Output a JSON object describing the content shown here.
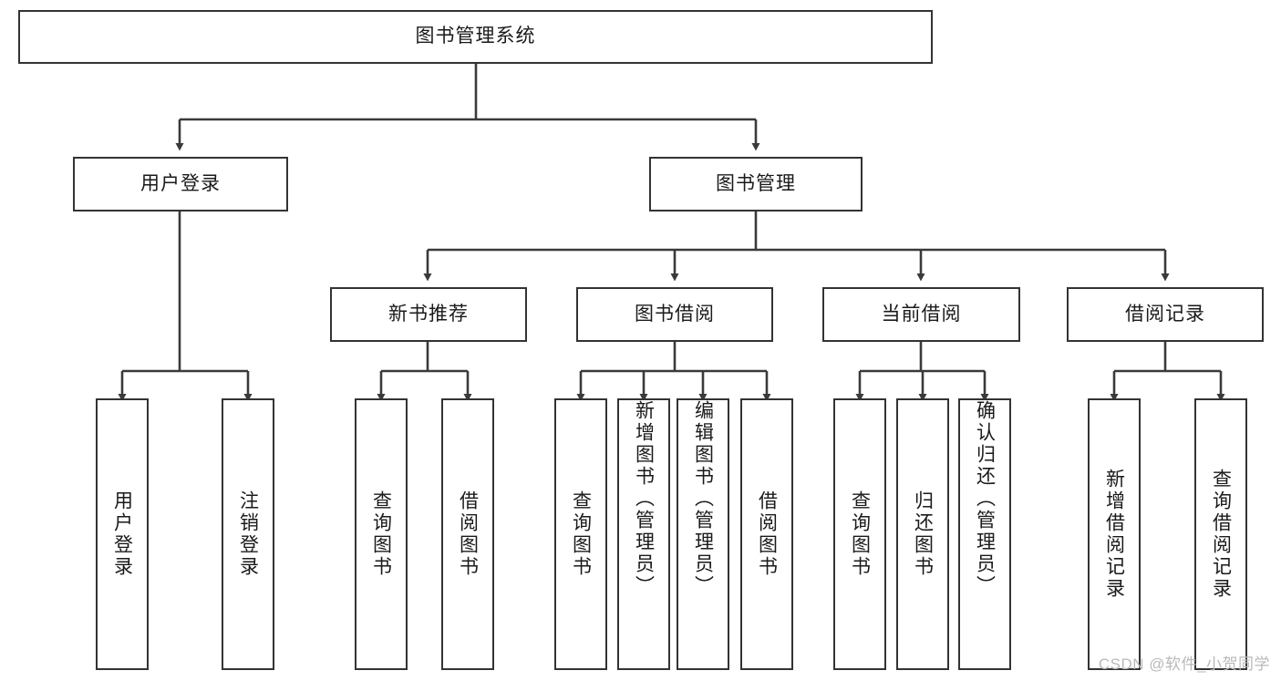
{
  "diagram": {
    "title": "图书管理系统",
    "type": "hierarchy-tree",
    "watermark": "CSDN @软件_小贺同学",
    "colors": {
      "box_border": "#333333",
      "box_fill": "#ffffff",
      "connector": "#3a3a3a",
      "text": "#1a1a1a",
      "watermark": "#b9b9b9",
      "background": "#ffffff"
    },
    "root": {
      "label": "图书管理系统"
    },
    "level2": [
      {
        "label": "用户登录"
      },
      {
        "label": "图书管理"
      }
    ],
    "level3": [
      {
        "label": "新书推荐"
      },
      {
        "label": "图书借阅"
      },
      {
        "label": "当前借阅"
      },
      {
        "label": "借阅记录"
      }
    ],
    "leaves": {
      "user_login": [
        {
          "label": "用户登录"
        },
        {
          "label": "注销登录"
        }
      ],
      "new_book_recommend": [
        {
          "label": "查询图书"
        },
        {
          "label": "借阅图书"
        }
      ],
      "book_borrow": [
        {
          "label": "查询图书"
        },
        {
          "label": "新增图书（管理员）"
        },
        {
          "label": "编辑图书（管理员）"
        },
        {
          "label": "借阅图书"
        }
      ],
      "current_borrow": [
        {
          "label": "查询图书"
        },
        {
          "label": "归还图书"
        },
        {
          "label": "确认归还（管理员）"
        }
      ],
      "borrow_record": [
        {
          "label": "新增借阅记录"
        },
        {
          "label": "查询借阅记录"
        }
      ]
    }
  }
}
